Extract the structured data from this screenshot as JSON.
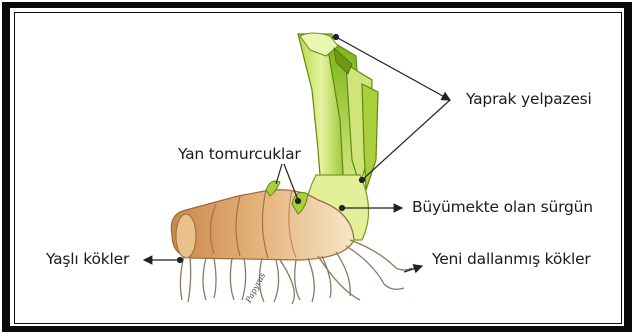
{
  "labels": {
    "leaf_fan": "Yaprak yelpazesi",
    "side_buds": "Yan tomurcuklar",
    "growing_shoot": "Büyümekte olan sürgün",
    "old_roots": "Yaşlı kökler",
    "new_branched_roots": "Yeni dallanmış kökler"
  },
  "watermark": "Papyrus",
  "colors": {
    "border": "#0a0a0a",
    "leaf_green": "#8ec21f",
    "leaf_light": "#e4f09a",
    "rhizome": "#d9a066",
    "rhizome_light": "#f3dcb8",
    "root": "#f4ead8"
  }
}
